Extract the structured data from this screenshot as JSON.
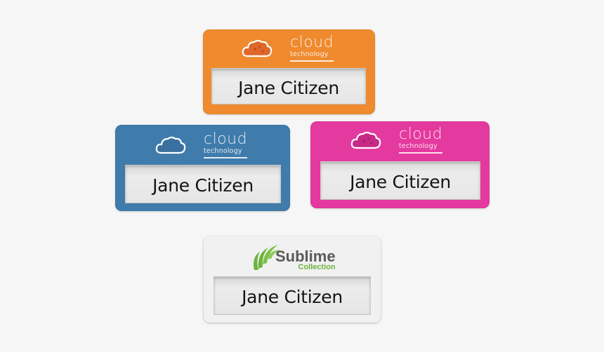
{
  "scene": {
    "description": "Four plastic name badges on a light background",
    "background_color": "#f6f6f6"
  },
  "badges": [
    {
      "id": "orange",
      "color": "#ef8a2e",
      "logo": {
        "icon": "cloud-icon",
        "line1": "cloud",
        "line2": "technology"
      },
      "name": "Jane Citizen"
    },
    {
      "id": "blue",
      "color": "#3f7bab",
      "logo": {
        "icon": "cloud-icon",
        "line1": "cloud",
        "line2": "technology"
      },
      "name": "Jane Citizen"
    },
    {
      "id": "pink",
      "color": "#e4399e",
      "logo": {
        "icon": "cloud-icon",
        "line1": "cloud",
        "line2": "technology"
      },
      "name": "Jane Citizen"
    },
    {
      "id": "white",
      "color": "#f1f1f1",
      "logo": {
        "icon": "swirl-leaf-icon",
        "line1": "Sublime",
        "line2": "Collection",
        "accent": "#6db33f"
      },
      "name": "Jane Citizen"
    }
  ]
}
